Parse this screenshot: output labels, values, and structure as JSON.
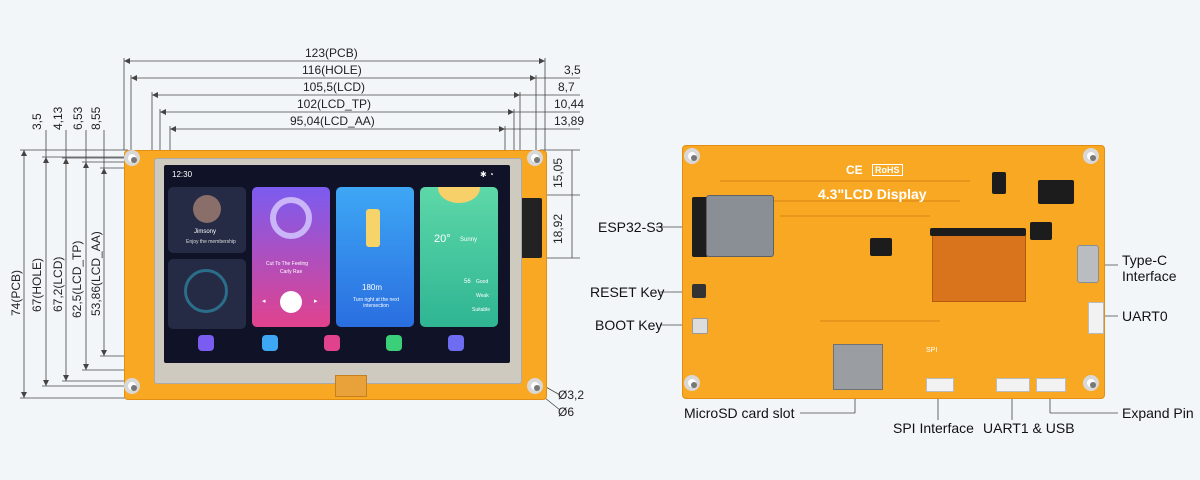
{
  "left_drawing": {
    "horizontal_dims": [
      "123(PCB)",
      "116(HOLE)",
      "105,5(LCD)",
      "102(LCD_TP)",
      "95,04(LCD_AA)"
    ],
    "right_offsets": [
      "3,5",
      "8,7",
      "10,44",
      "13,89"
    ],
    "top_offsets": [
      "3,5",
      "4,13",
      "6,53",
      "8,55"
    ],
    "vertical_dims": [
      "74(PCB)",
      "67(HOLE)",
      "67,2(LCD)",
      "62,5(LCD_TP)",
      "53,86(LCD_AA)"
    ],
    "side_offsets": [
      "15,05",
      "18,92"
    ],
    "hole_dims": [
      "Ø3,2",
      "Ø6"
    ]
  },
  "screen_ui": {
    "time": "12:30",
    "profile_name": "Jimsony",
    "profile_sub": "Enjoy the membership",
    "song_title": "Cut To The Feeling",
    "song_artist": "Carly Rae",
    "nav_distance": "180m",
    "nav_hint": "Turn right at the next intersection",
    "temperature": "20°",
    "weather": "Sunny",
    "air_value": "56",
    "air_quality": "Good",
    "wind_value": "Weak",
    "rating": "Suitable"
  },
  "board": {
    "title": "4.3\"LCD Display",
    "cert": [
      "CE",
      "RoHS"
    ],
    "silk_spi": "SPI"
  },
  "callouts": {
    "esp32": "ESP32-S3",
    "reset": "RESET Key",
    "boot": "BOOT Key",
    "microsd": "MicroSD card slot",
    "spi": "SPI Interface",
    "uart1": "UART1 & USB",
    "typec_1": "Type-C",
    "typec_2": "Interface",
    "uart0": "UART0",
    "expand": "Expand Pin"
  }
}
